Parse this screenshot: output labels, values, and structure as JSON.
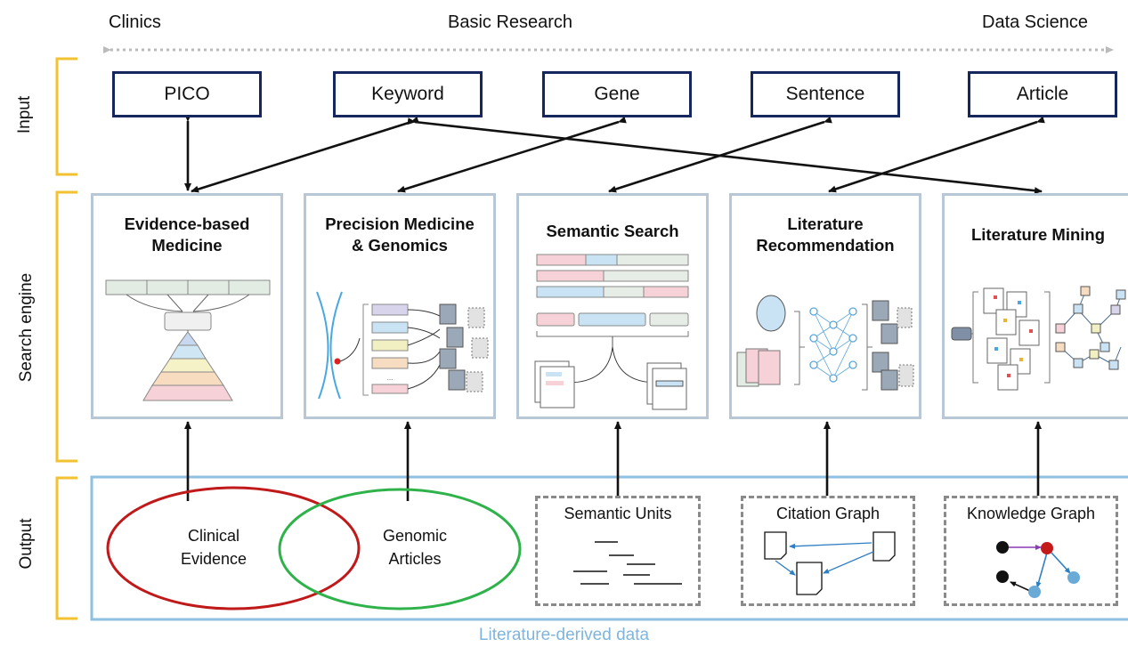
{
  "spectrum": {
    "left": "Clinics",
    "center": "Basic Research",
    "right": "Data Science"
  },
  "sections": {
    "input": "Input",
    "search_engine": "Search engine",
    "output": "Output"
  },
  "inputs": [
    "PICO",
    "Keyword",
    "Gene",
    "Sentence",
    "Article"
  ],
  "engines": [
    {
      "title": "Evidence-based\nMedicine"
    },
    {
      "title": "Precision Medicine\n& Genomics"
    },
    {
      "title": "Semantic Search"
    },
    {
      "title": "Literature\nRecommendation"
    },
    {
      "title": "Literature Mining"
    }
  ],
  "outputs": {
    "clinical": "Clinical\nEvidence",
    "genomic": "Genomic\nArticles",
    "semantic_units": "Semantic Units",
    "citation_graph": "Citation Graph",
    "knowledge_graph": "Knowledge Graph",
    "footer": "Literature-derived data"
  },
  "colors": {
    "input_border": "#15275c",
    "engine_border": "#b7c7d6",
    "bracket": "#f2c230",
    "output_border": "#8fc0e2",
    "clinical_ellipse": "#c0191a",
    "genomic_ellipse": "#2fb24a",
    "footer_text": "#7fb5dc"
  }
}
